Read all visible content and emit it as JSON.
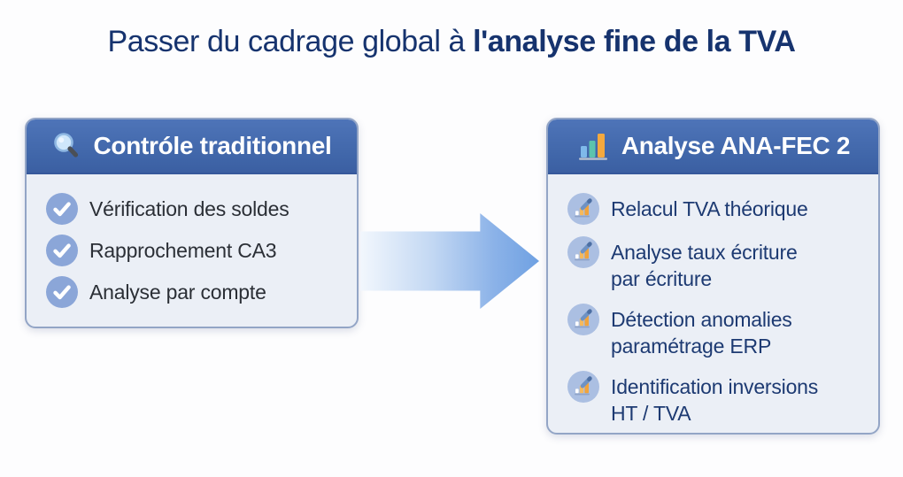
{
  "title": {
    "regular": "Passer du cadrage global à ",
    "bold": "l'analyse fine de la TVA"
  },
  "left_panel": {
    "header": "Contróle traditionnel",
    "header_icon": "magnifier-icon",
    "item_icon": "check-circle-icon",
    "items": [
      "Vérification des soldes",
      "Rapprochement CA3",
      "Analyse par compte"
    ]
  },
  "right_panel": {
    "header": "Analyse ANA-FEC 2",
    "header_icon": "bar-chart-icon",
    "item_icon": "chart-pencil-icon",
    "items": [
      "Relacul TVA théorique",
      "Analyse taux écriture\npar écriture",
      "Détection anomalies\nparamétrage ERP",
      "Identification inversions\nHT / TVA"
    ]
  },
  "arrow": {
    "direction": "right"
  },
  "colors": {
    "header_blue": "#4268ab",
    "panel_bg": "#ebeff6",
    "panel_border": "#93a5c6",
    "title_navy": "#16336e",
    "left_item_text": "#2b2f36",
    "right_item_text": "#1d3a72",
    "arrow_gradient_start": "#f2f7fd",
    "arrow_gradient_end": "#6fa1e2",
    "check_circle": "#8ba6d8",
    "chart_icon_circle": "#abbfe2",
    "bar_orange": "#f0a33c",
    "bar_teal": "#5cc3ad",
    "bar_light_blue": "#7fb9ea"
  }
}
